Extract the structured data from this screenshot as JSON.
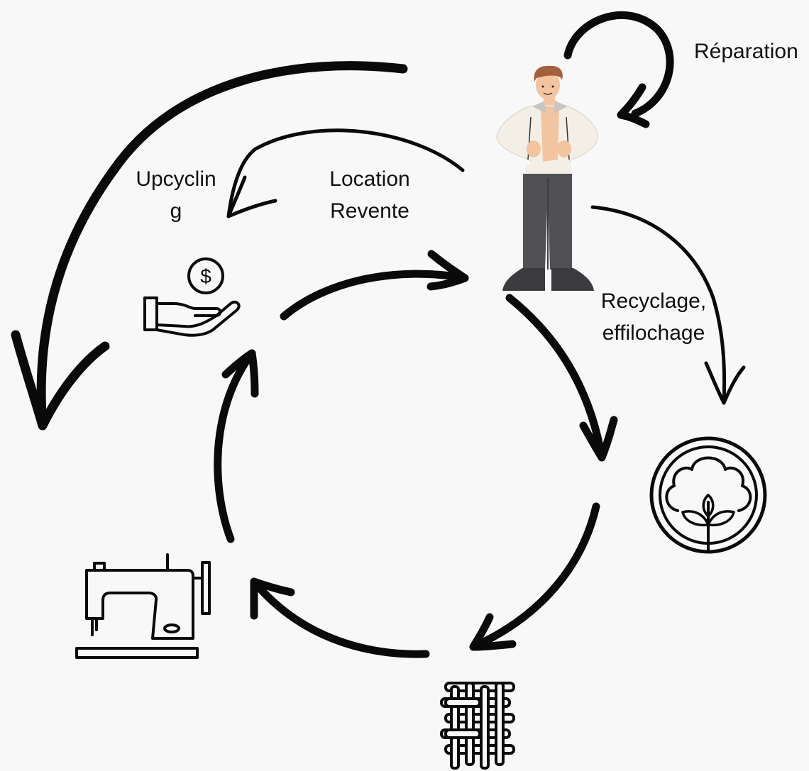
{
  "labels": {
    "reparation": "Réparation",
    "upcycling_line1": "Upcyclin",
    "upcycling_line2": "g",
    "location": "Location",
    "revente": "Revente",
    "recyclage": "Recyclage,",
    "effilochage": "effilochage"
  },
  "colors": {
    "background": "#f8f8f8",
    "arrow": "#0a0a0a",
    "shirt": "#f4efe6",
    "pants": "#505055",
    "skin": "#f2c4a0",
    "hair": "#a4603a",
    "shoes": "#3a3a3f"
  },
  "icons": [
    "person-illustration",
    "money-hand-icon",
    "cotton-plant-icon",
    "fabric-weave-icon",
    "sewing-machine-icon"
  ]
}
